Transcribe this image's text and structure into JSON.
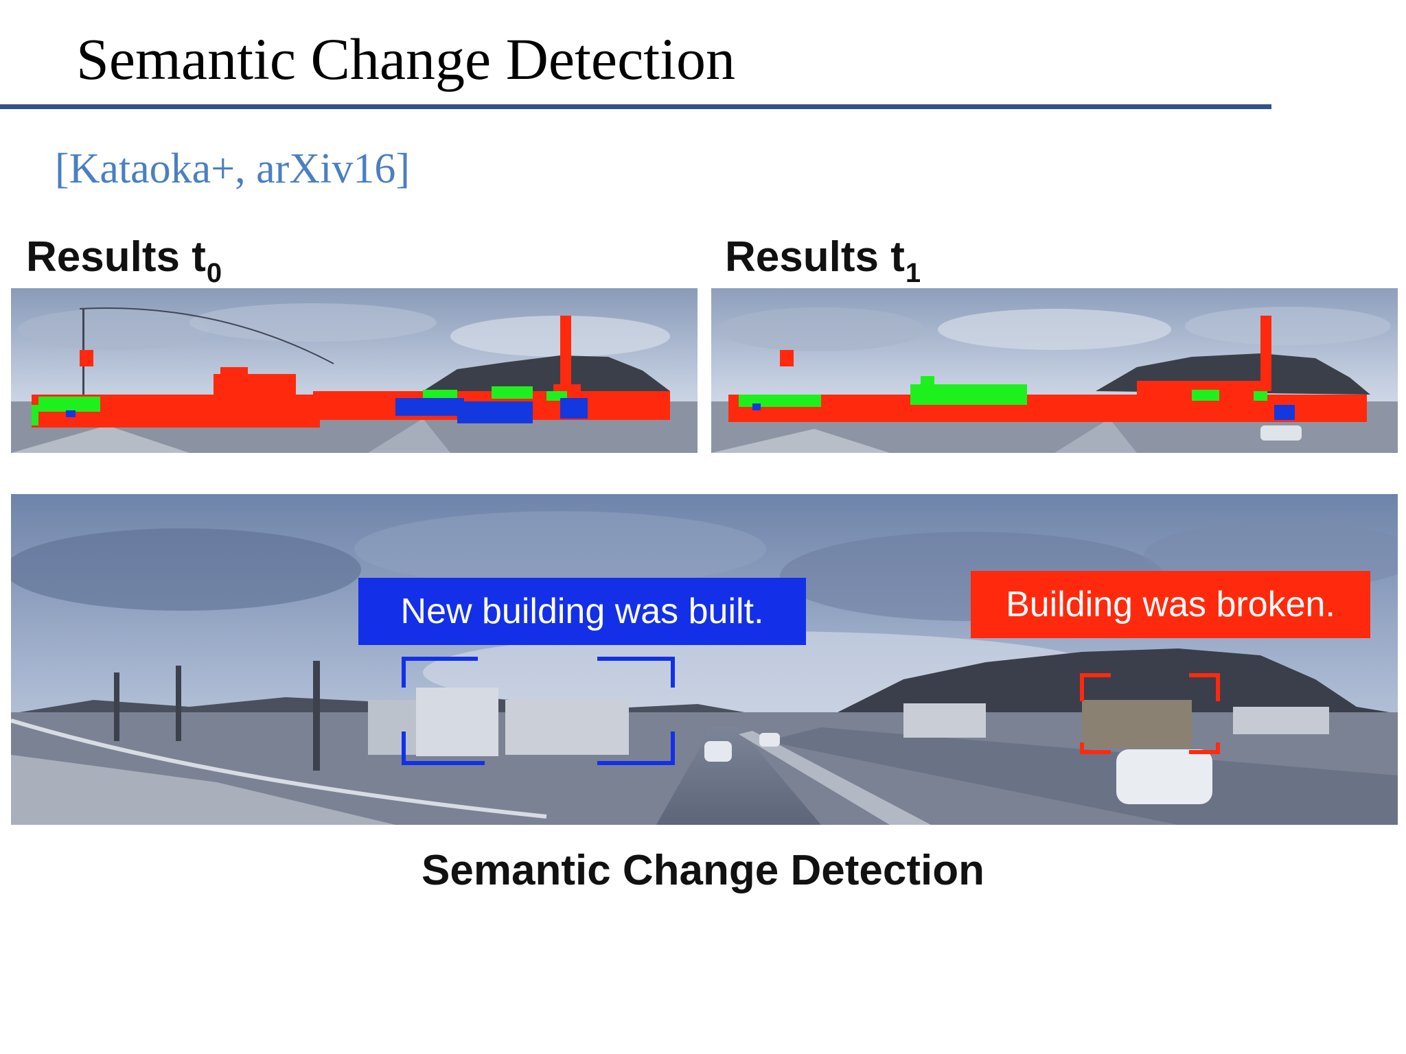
{
  "slide": {
    "title": "Semantic Change Detection",
    "citation": "[Kataoka+, arXiv16]",
    "rule_color": "#2f5287",
    "citation_color": "#4a7fc1"
  },
  "panels": {
    "results_t0": {
      "label_main": "Results t",
      "label_sub": "0"
    },
    "results_t1": {
      "label_main": "Results t",
      "label_sub": "1"
    }
  },
  "legend_colors": {
    "red": "#ff2a0d",
    "green": "#1ef01e",
    "blue": "#1438e0"
  },
  "annotations": {
    "new_building": {
      "text": "New building was built.",
      "color": "#1330e8"
    },
    "broken_building": {
      "text": "Building was broken.",
      "color": "#ff2a0d"
    }
  },
  "caption": "Semantic Change Detection"
}
